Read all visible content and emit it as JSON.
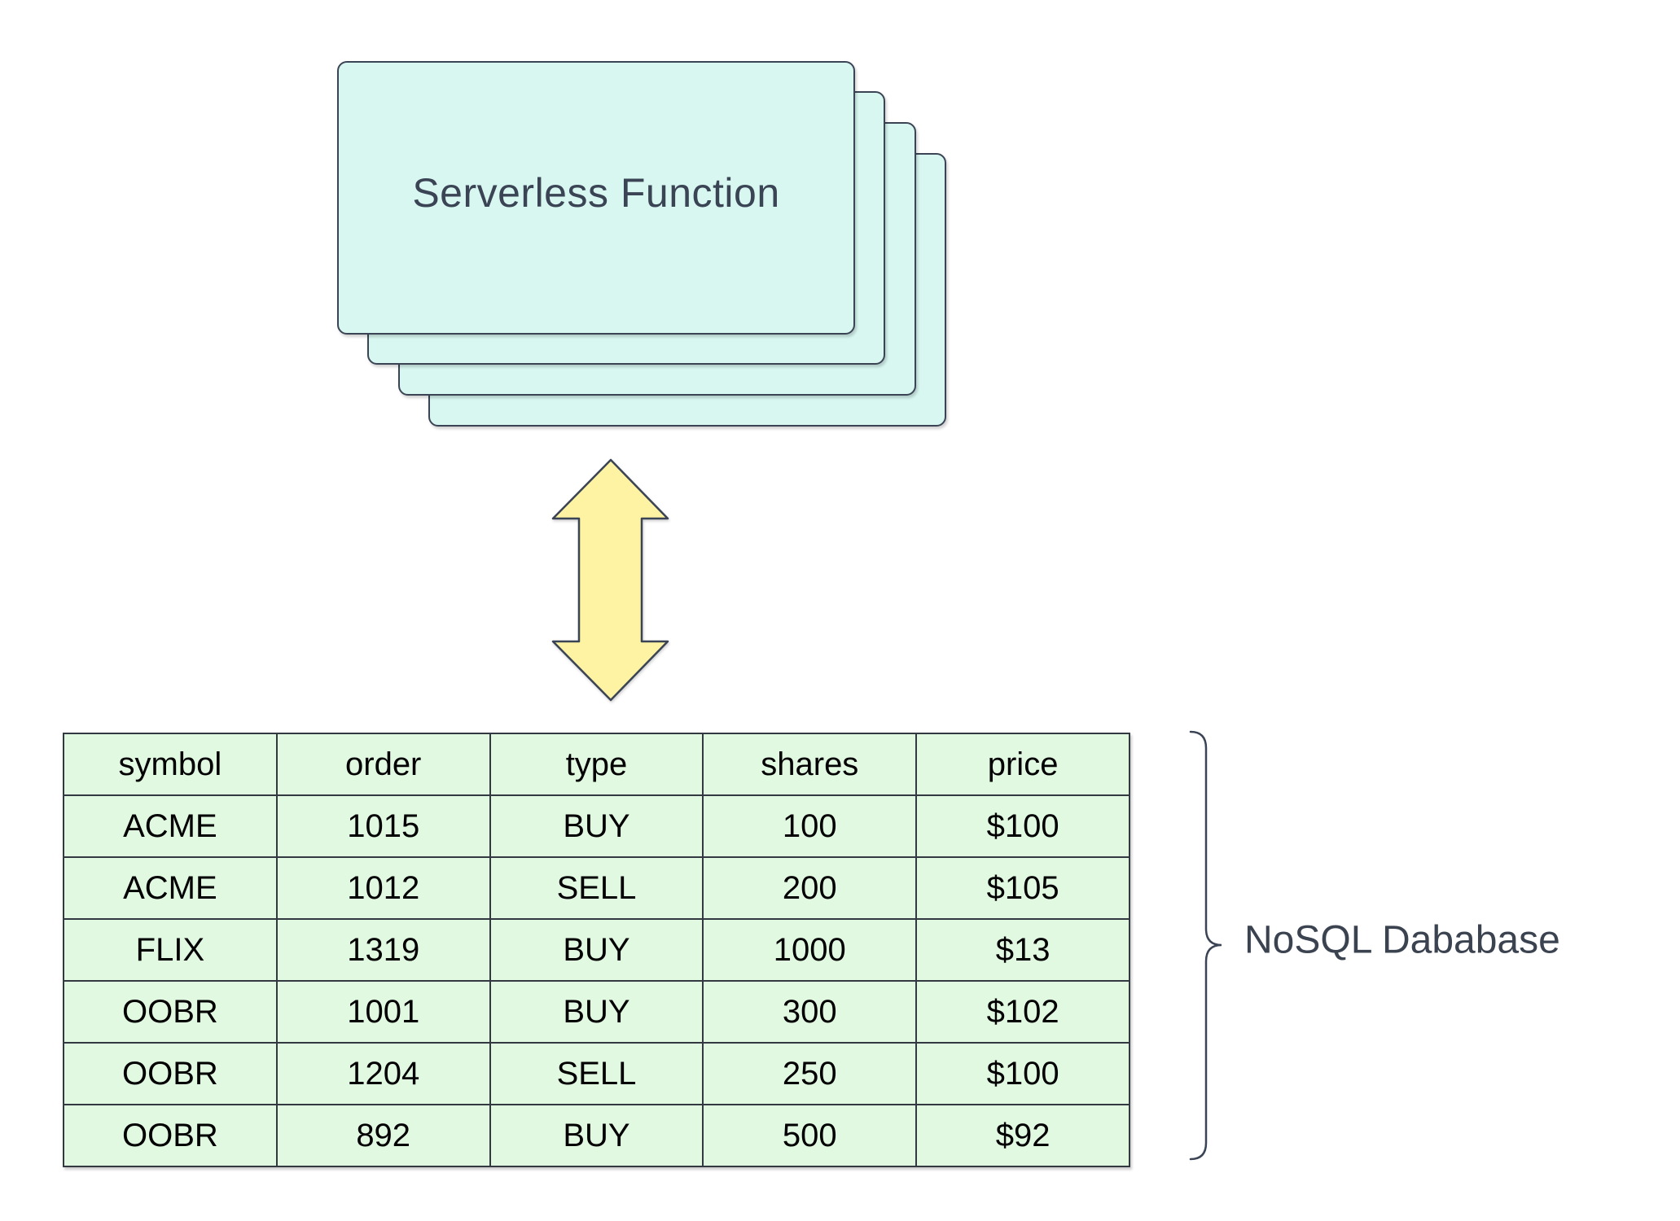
{
  "diagram": {
    "stack": {
      "label": "Serverless Function",
      "card_count": 4
    },
    "arrow": {
      "icon": "double-vertical-arrow-icon",
      "direction": "bidirectional"
    },
    "table": {
      "columns": [
        "symbol",
        "order",
        "type",
        "shares",
        "price"
      ],
      "rows": [
        [
          "ACME",
          "1015",
          "BUY",
          "100",
          "$100"
        ],
        [
          "ACME",
          "1012",
          "SELL",
          "200",
          "$105"
        ],
        [
          "FLIX",
          "1319",
          "BUY",
          "1000",
          "$13"
        ],
        [
          "OOBR",
          "1001",
          "BUY",
          "300",
          "$102"
        ],
        [
          "OOBR",
          "1204",
          "SELL",
          "250",
          "$100"
        ],
        [
          "OOBR",
          "892",
          "BUY",
          "500",
          "$92"
        ]
      ]
    },
    "brace_label": "NoSQL Dababase"
  },
  "colors": {
    "card_fill": "#d8f7f1",
    "shape_stroke": "#3b4455",
    "arrow_fill": "#fdf3a2",
    "table_fill": "#e1f8e1",
    "table_stroke": "#333940",
    "label_text": "#3b4350",
    "cell_text": "#000000"
  }
}
